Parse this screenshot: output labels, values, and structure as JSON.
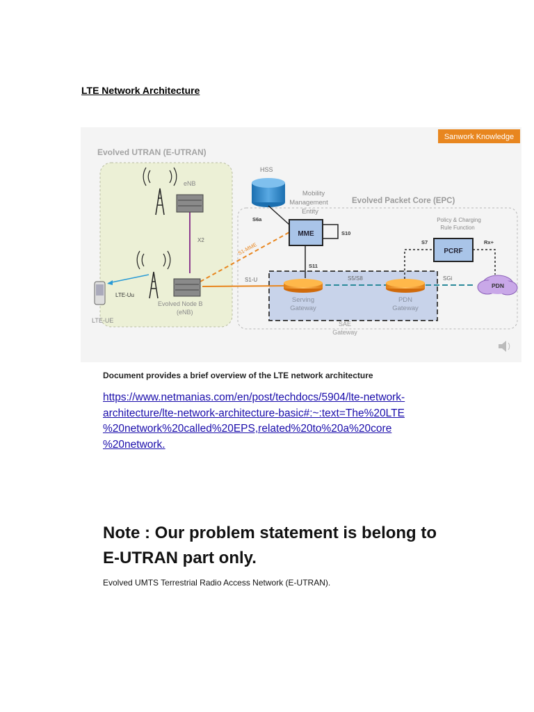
{
  "document": {
    "heading": "LTE Network Architecture",
    "caption": "Document provides a brief overview of the LTE network architecture",
    "link_line1": "https://www.netmanias.com/en/post/techdocs/5904/lte-network-",
    "link_line2": "architecture/lte-network-architecture-basic#:~:text=The%20LTE",
    "link_line3": "%20network%20called%20EPS,related%20to%20a%20core",
    "link_line4": "%20network.",
    "note_line1": "Note : Our problem statement is belong to",
    "note_line2": "E-UTRAN part only.",
    "footer": "Evolved UMTS Terrestrial Radio Access Network (E-UTRAN)."
  },
  "diagram": {
    "brand": "Sanwork Knowledge",
    "eutran_title": "Evolved UTRAN (E-UTRAN)",
    "epc_title": "Evolved Packet Core (EPC)",
    "enb": "eNB",
    "evolved_node_b_1": "Evolved Node B",
    "evolved_node_b_2": "(eNB)",
    "lte_ue": "LTE-UE",
    "lte_uu": "LTE-Uu",
    "x2": "X2",
    "hss": "HSS",
    "mme_label_1": "Mobility",
    "mme_label_2": "Management",
    "mme_label_3": "Entity",
    "mme": "MME",
    "s6a": "S6a",
    "s10": "S10",
    "s11": "S11",
    "s1_mme": "S1-MME",
    "s1_u": "S1-U",
    "s5s8": "S5/S8",
    "sgi": "SGi",
    "s7": "S7",
    "rx": "Rx+",
    "pcrf": "PCRF",
    "pcrf_label_1": "Policy & Charging",
    "pcrf_label_2": "Rule Function",
    "pdn": "PDN",
    "sgw_1": "Serving",
    "sgw_2": "Gateway",
    "pgw_1": "PDN",
    "pgw_2": "Gateway",
    "sae_1": "SAE",
    "sae_2": "Gateway"
  }
}
